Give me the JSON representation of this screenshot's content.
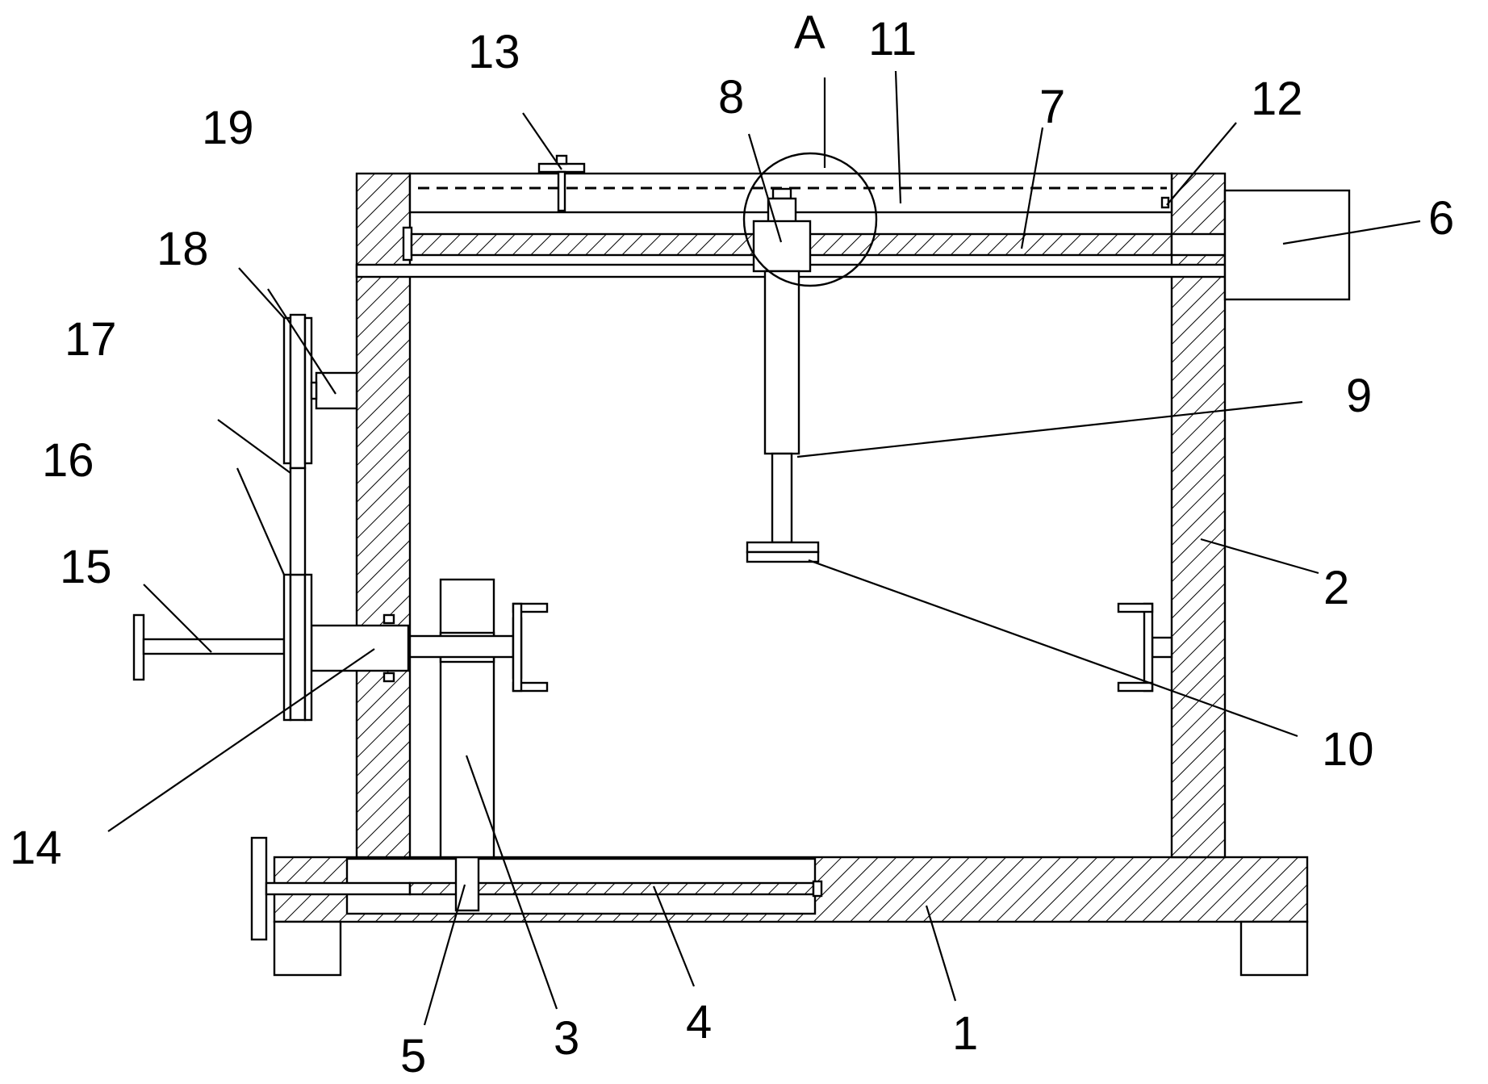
{
  "labels": {
    "l1": "1",
    "l2": "2",
    "l3": "3",
    "l4": "4",
    "l5": "5",
    "l6": "6",
    "l7": "7",
    "l8": "8",
    "l9": "9",
    "l10": "10",
    "l11": "11",
    "l12": "12",
    "l13": "13",
    "l14": "14",
    "l15": "15",
    "l16": "16",
    "l17": "17",
    "l18": "18",
    "l19": "19",
    "lA": "A"
  }
}
